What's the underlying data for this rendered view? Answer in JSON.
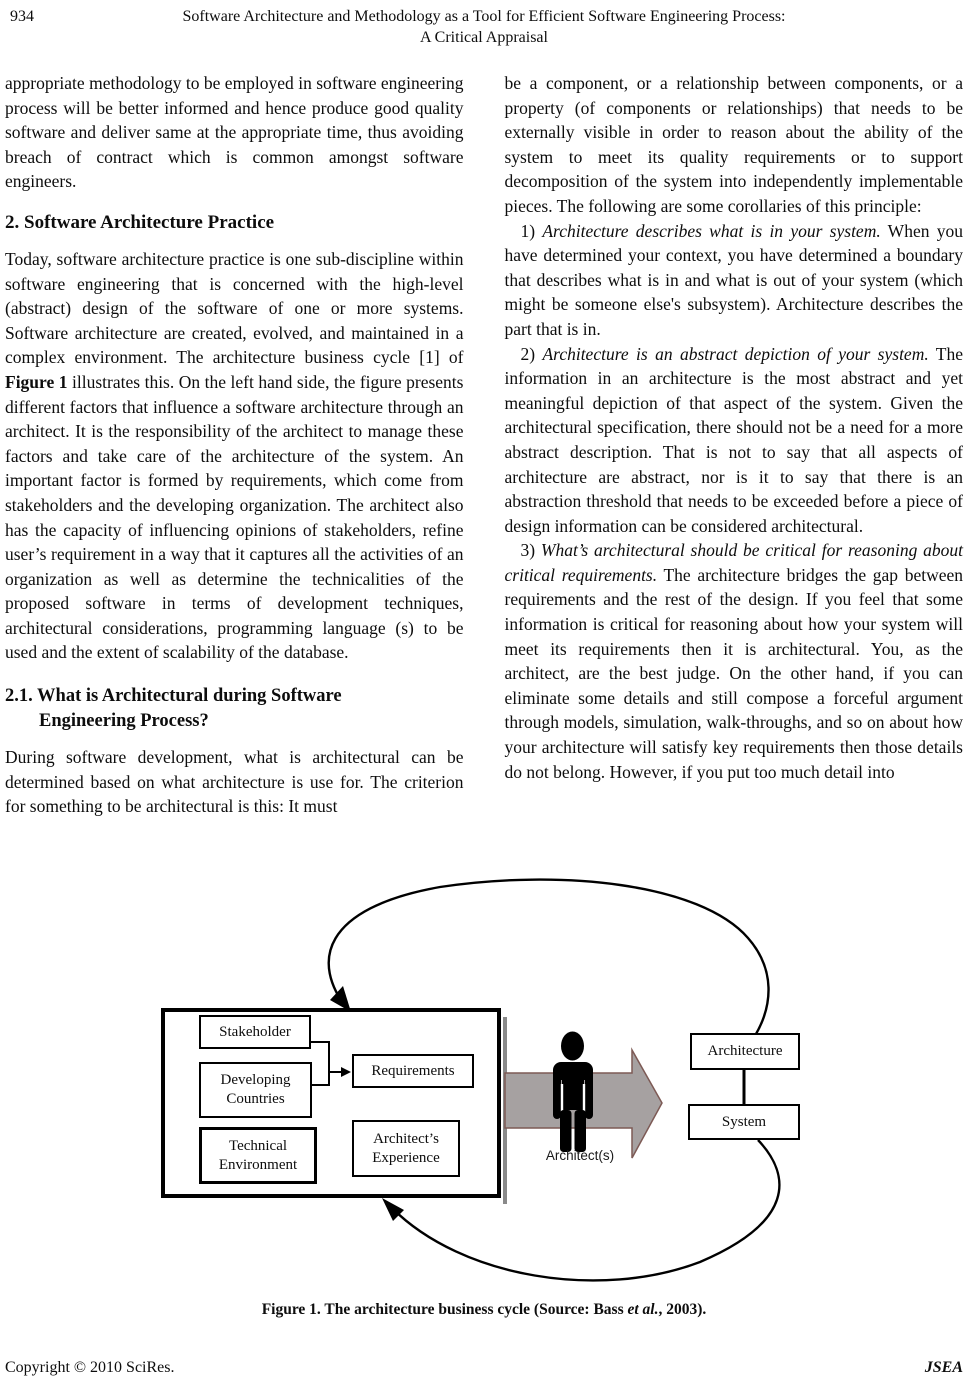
{
  "header": {
    "page_number": "934",
    "title_line1": "Software Architecture and Methodology as a Tool for Efficient Software Engineering Process:",
    "title_line2": "A Critical Appraisal"
  },
  "left_column": {
    "para1": "appropriate methodology to be employed in software engineering process will be better informed and hence produce good quality software and deliver same at the appropriate time, thus avoiding breach of contract which is common amongst software engineers.",
    "heading2": "2. Software Architecture Practice",
    "para2_segments": [
      {
        "t": "Today, software architecture practice is one sub-discipline within software engineering that is concerned with the high-level (abstract) design of the software of one or more systems. Software architecture are created, evolved, and maintained in a complex environment. The architecture business cycle [1] of ",
        "s": ""
      },
      {
        "t": "Figure 1",
        "s": "b"
      },
      {
        "t": " illustrates this. On the left hand side, the figure presents different factors that influence a software architecture through an architect. It is the responsibility of the architect to manage these factors and take care of the architecture of the system. An important factor is formed by requirements, which come from stakeholders and the developing organization. The architect also has the capacity of influencing opinions of stakeholders, refine user’s requirement in a way that it captures all the activities of an organization as well as determine the technicalities of the proposed software in terms of development techniques, architectural considerations, programming language (s) to be used and the extent of scalability of the database.",
        "s": ""
      }
    ],
    "heading21_line1": "2.1. What is Architectural during Software",
    "heading21_line2": "Engineering Process?",
    "para3": "During software development, what is architectural can be determined based on what architecture is use for. The criterion for something to be architectural is this: It must"
  },
  "right_column": {
    "para1": "be a component, or a relationship between components, or a property (of components or relationships) that needs to be externally visible in order to reason about the ability of the system to meet its quality requirements or to support decomposition of the system into independently implementable pieces. The following are some corollaries of this principle:",
    "item1_segments": [
      {
        "t": "1) ",
        "s": ""
      },
      {
        "t": "Architecture describes what is in your system.",
        "s": "i"
      },
      {
        "t": " When you have determined your context, you have determined a boundary that describes what is in and what is out of your system (which might be someone else's subsystem). Architecture describes the part that is in.",
        "s": ""
      }
    ],
    "item2_segments": [
      {
        "t": "2) ",
        "s": ""
      },
      {
        "t": "Architecture is an abstract depiction of your system.",
        "s": "i"
      },
      {
        "t": " The information in an architecture is the most abstract and yet meaningful depiction of that aspect of the system. Given the architectural specification, there should not be a need for a more abstract description. That is not to say that all aspects of architecture are abstract, nor is it to say that there is an abstraction threshold that needs to be exceeded before a piece of design information can be considered architectural.",
        "s": ""
      }
    ],
    "item3_segments": [
      {
        "t": "3) ",
        "s": ""
      },
      {
        "t": "What’s architectural should be critical for reasoning about critical requirements.",
        "s": "i"
      },
      {
        "t": " The architecture bridges the gap between requirements and the rest of the design. If you feel that some information is critical for reasoning about how your system will meet its requirements then it is architectural. You, as the architect, are the best judge. On the other hand, if you can eliminate some details and still compose a forceful argument through models, simulation, walk-throughs, and so on about how your architecture will satisfy key requirements then those details do not belong. However, if you put too much detail into",
        "s": ""
      }
    ]
  },
  "figure": {
    "boxes": {
      "stakeholder": "Stakeholder",
      "developing_countries": "Developing Countries",
      "requirements": "Requirements",
      "technical_environment": "Technical Environment",
      "architects_experience": "Architect’s Experience",
      "architecture": "Architecture",
      "system": "System"
    },
    "actor_label": "Architect(s)",
    "caption_segments": [
      {
        "t": "Figure 1. The architecture business cycle (Source: Bass ",
        "s": "b"
      },
      {
        "t": "et al.",
        "s": "bi"
      },
      {
        "t": ", 2003).",
        "s": "b"
      }
    ],
    "colors": {
      "arrow_fill": "#a6a1a1",
      "arrow_stroke": "#7d5a55",
      "line_color": "#000000"
    }
  },
  "footer": {
    "copyright": "Copyright © 2010 SciRes.",
    "journal": "JSEA"
  }
}
